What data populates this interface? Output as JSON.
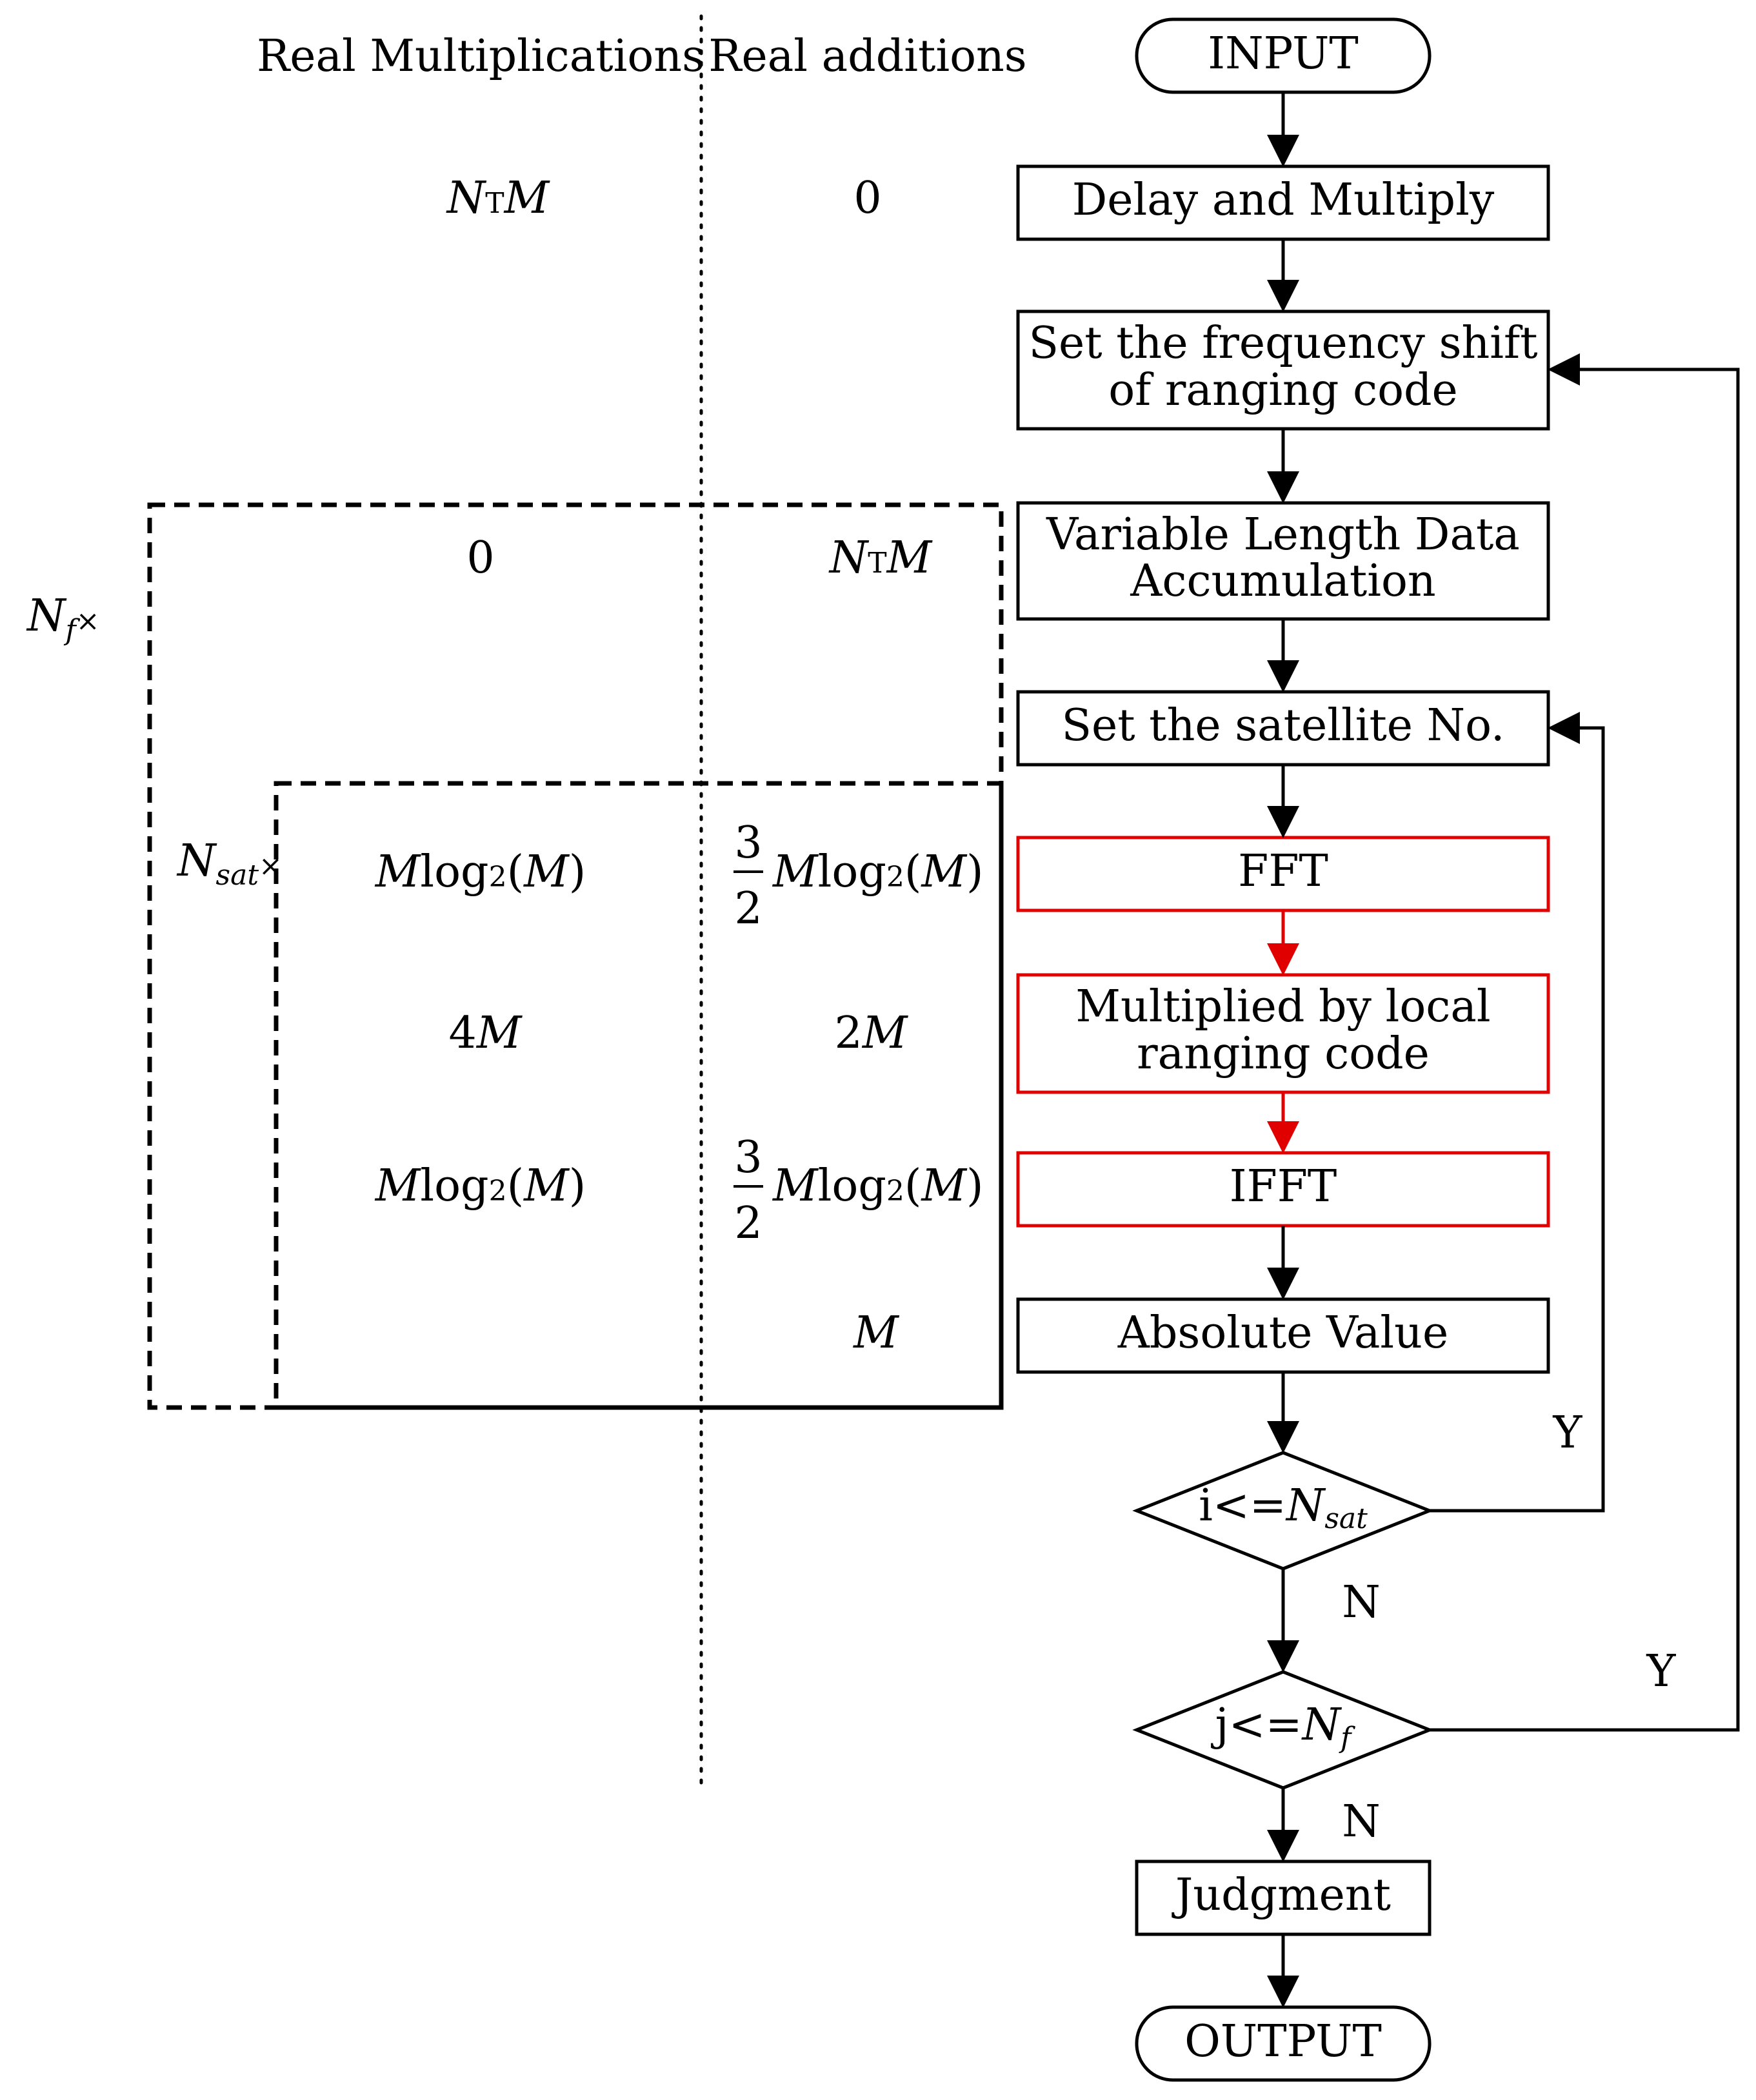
{
  "headers": {
    "multiplications": "Real Multiplications",
    "additions": "Real additions"
  },
  "loops": {
    "outer": {
      "symbol": "N",
      "sub": "f",
      "times": "×"
    },
    "inner": {
      "symbol": "N",
      "sub": "sat",
      "times": "×"
    }
  },
  "costs": {
    "delay_mult": {
      "sym": "N",
      "sub": "T",
      "tail": "M"
    },
    "delay_add": "0",
    "accum_mult": "0",
    "accum_add": {
      "sym": "N",
      "sub": "T",
      "tail": "M"
    },
    "fft_mult": {
      "a": "M",
      "b": "log",
      "c": "2",
      "d": "(",
      "e": "M",
      "f": ")"
    },
    "fft_add": {
      "num": "3",
      "den": "2",
      "a": "M",
      "b": "log",
      "c": "2",
      "d": "(",
      "e": "M",
      "f": ")"
    },
    "local_mult": {
      "a": "4",
      "b": "M"
    },
    "local_add": {
      "a": "2",
      "b": "M"
    },
    "ifft_mult": {
      "a": "M",
      "b": "log",
      "c": "2",
      "d": "(",
      "e": "M",
      "f": ")"
    },
    "ifft_add": {
      "num": "3",
      "den": "2",
      "a": "M",
      "b": "log",
      "c": "2",
      "d": "(",
      "e": "M",
      "f": ")"
    },
    "abs_add": "M"
  },
  "flow": {
    "input": "INPUT",
    "delay": "Delay and Multiply",
    "freq_line1": "Set the frequency shift",
    "freq_line2": "of ranging code",
    "accum_line1": "Variable Length Data",
    "accum_line2": "Accumulation",
    "sat": "Set the satellite No.",
    "fft": "FFT",
    "local_line1": "Multiplied by local",
    "local_line2": "ranging code",
    "ifft": "IFFT",
    "abs": "Absolute Value",
    "dec_sat": {
      "pre": "i<=",
      "sym": "N",
      "sub": "sat"
    },
    "dec_f": {
      "pre": "j<=",
      "sym": "N",
      "sub": "f"
    },
    "judgment": "Judgment",
    "output": "OUTPUT"
  },
  "branch_labels": {
    "sat_yes": "Y",
    "sat_no": "N",
    "f_yes": "Y",
    "f_no": "N"
  },
  "colors": {
    "highlight": "#e00000",
    "line": "#000000"
  }
}
